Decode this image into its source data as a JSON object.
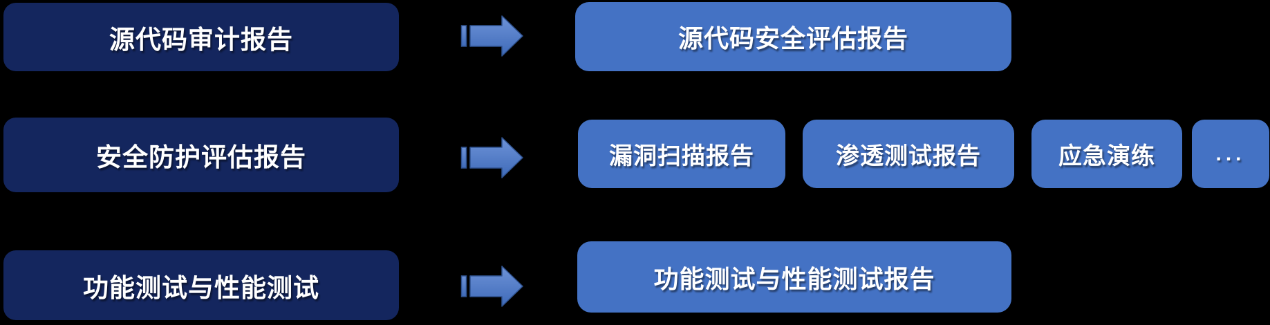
{
  "diagram": {
    "background_color": "#000000",
    "colors": {
      "source_box": "#14265E",
      "target_box": "#4472C4",
      "arrow_fill": "#4472C4",
      "arrow_stroke": "#2F528F",
      "text": "#FFFFFF"
    },
    "icons": {
      "flow_arrow": "striped-right-arrow-icon"
    },
    "rows": [
      {
        "source": "源代码审计报告",
        "targets": {
          "t1": "源代码安全评估报告"
        }
      },
      {
        "source": "安全防护评估报告",
        "targets": {
          "t1": "漏洞扫描报告",
          "t2": "渗透测试报告",
          "t3": "应急演练",
          "t4": "..."
        }
      },
      {
        "source": "功能测试与性能测试",
        "targets": {
          "t1": "功能测试与性能测试报告"
        }
      }
    ]
  }
}
